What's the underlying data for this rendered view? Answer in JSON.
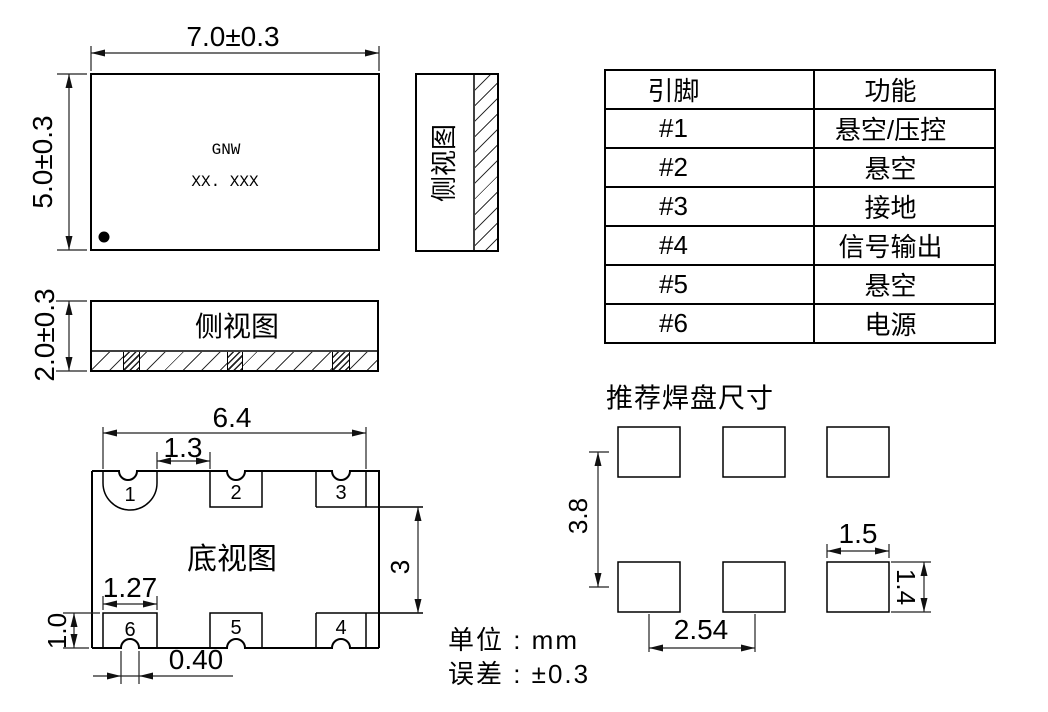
{
  "top_view": {
    "width_dim": "7.0±0.3",
    "height_dim": "5.0±0.3",
    "brand": "GNW",
    "marking": "XX. XXX"
  },
  "side_view_right": {
    "label": "侧视图"
  },
  "side_view_front": {
    "label": "侧视图",
    "height_dim": "2.0±0.3"
  },
  "bottom_view": {
    "label": "底视图",
    "pins_top": [
      "1",
      "2",
      "3"
    ],
    "pins_bottom": [
      "6",
      "5",
      "4"
    ],
    "dims": {
      "overall_width": "6.4",
      "pad_pitch": "1.3",
      "pad_width": "1.27",
      "pad_height": "1.0",
      "castellation_width": "0.40",
      "row_gap": "3"
    }
  },
  "pin_table": {
    "headers": [
      "引脚",
      "功能"
    ],
    "rows": [
      [
        "#1",
        "悬空/压控"
      ],
      [
        "#2",
        "悬空"
      ],
      [
        "#3",
        "接地"
      ],
      [
        "#4",
        "信号输出"
      ],
      [
        "#5",
        "悬空"
      ],
      [
        "#6",
        "电源"
      ]
    ]
  },
  "pad_layout": {
    "title": "推荐焊盘尺寸",
    "dims": {
      "row_spacing": "3.8",
      "col_spacing": "2.54",
      "pad_width": "1.5",
      "pad_height": "1.4"
    }
  },
  "notes": {
    "unit": "单位 : mm",
    "tolerance": "误差 : ±0.3"
  },
  "colors": {
    "line": "#000000",
    "background": "#ffffff"
  }
}
